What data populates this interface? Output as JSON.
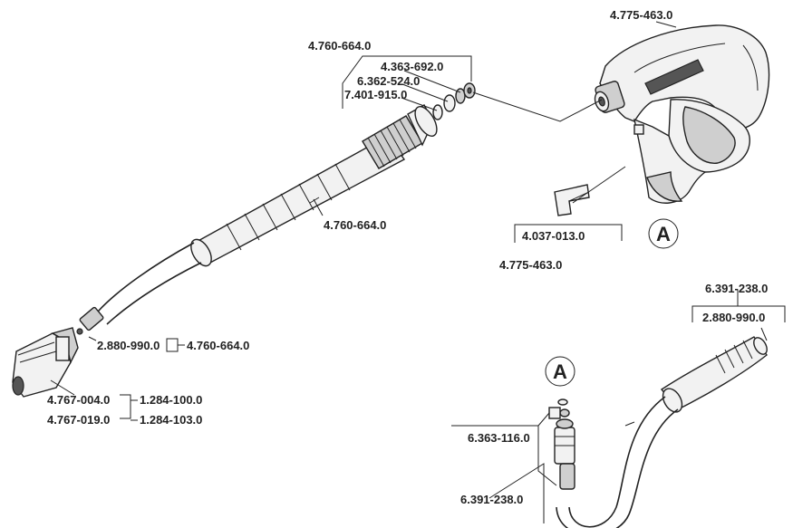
{
  "labels": {
    "gun_top": "4.775-463.0",
    "lance_kit_top": "4.760-664.0",
    "ring_a": "4.363-692.0",
    "ring_b": "6.362-524.0",
    "ring_c": "7.401-915.0",
    "lance_tube": "4.760-664.0",
    "clip_part": "4.037-013.0",
    "clip_set": "4.775-463.0",
    "nozzle_oring": "2.880-990.0",
    "nozzle_oring_kit": "4.760-664.0",
    "nozzle_a": "4.767-004.0",
    "nozzle_a_kit": "1.284-100.0",
    "nozzle_b": "4.767-019.0",
    "nozzle_b_kit": "1.284-103.0",
    "hose_top": "6.391-238.0",
    "hose_oring": "2.880-990.0",
    "hose_fitting": "6.363-116.0",
    "hose_bottom": "6.391-238.0"
  },
  "callouts": {
    "gun": "A",
    "hose": "A"
  }
}
